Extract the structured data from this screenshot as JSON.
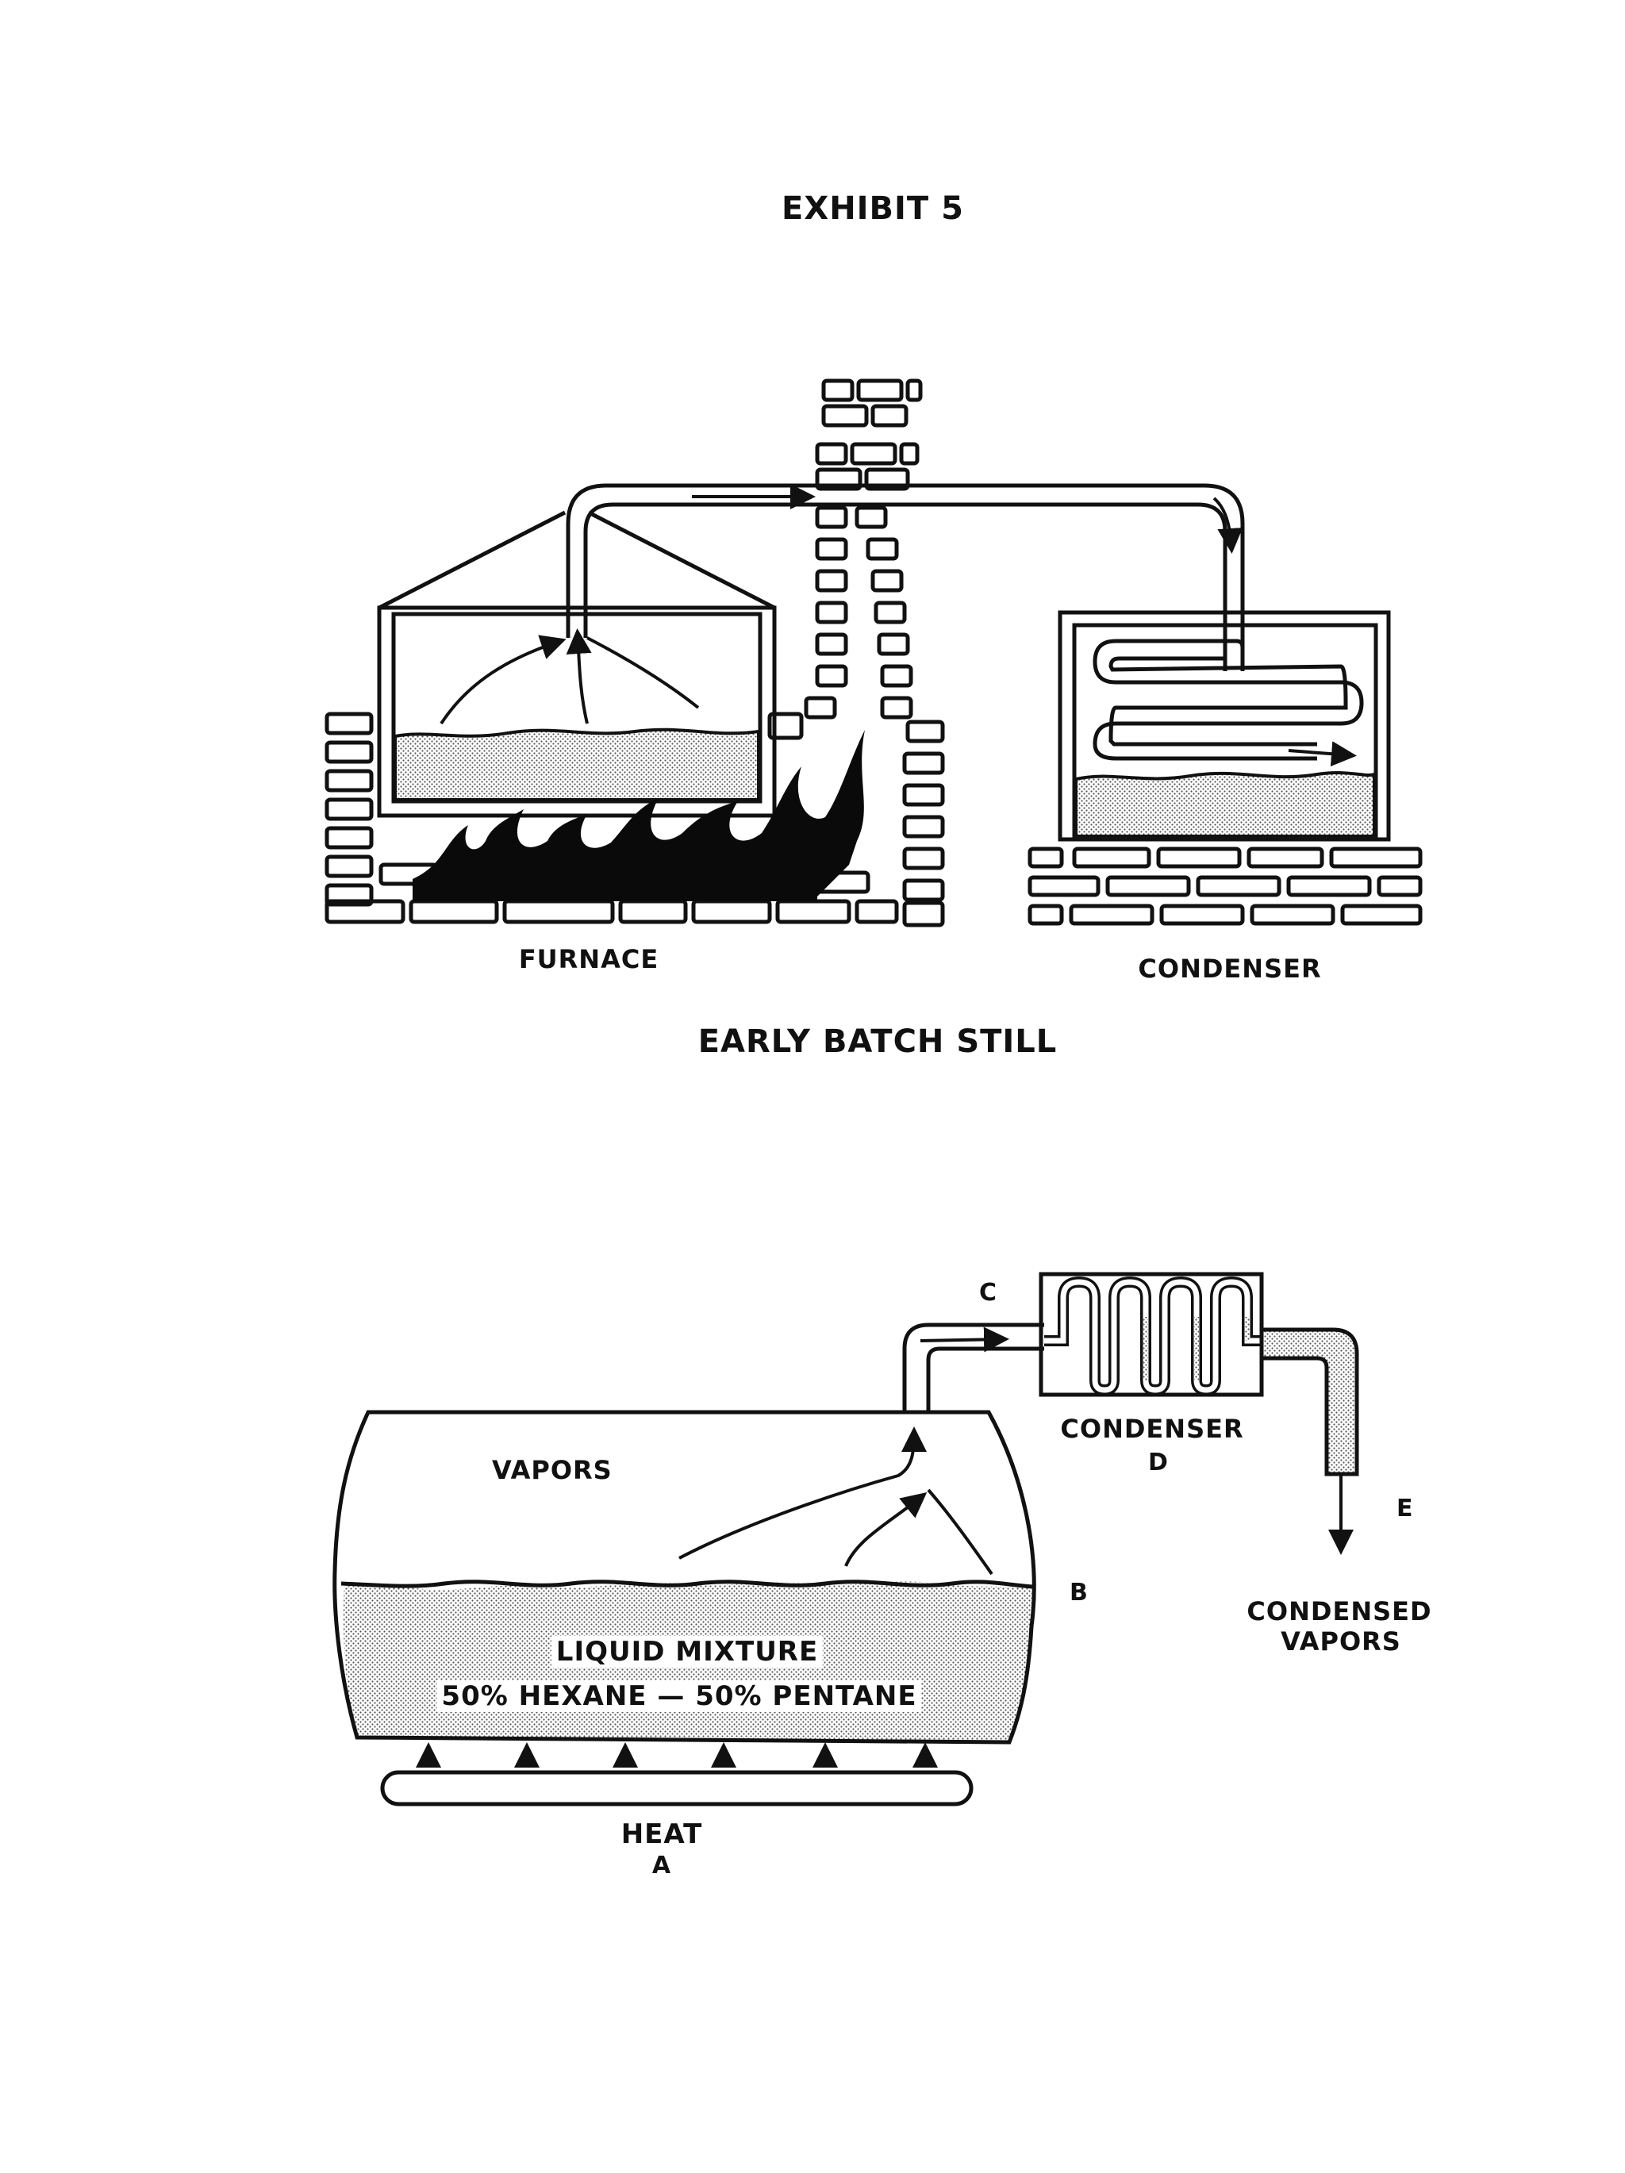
{
  "exhibit_title": "EXHIBIT 5",
  "top_diagram": {
    "caption": "EARLY BATCH STILL",
    "furnace_label": "FURNACE",
    "condenser_label": "CONDENSER"
  },
  "bottom_diagram": {
    "vapors_label": "VAPORS",
    "liquid_label_line1": "LIQUID MIXTURE",
    "liquid_label_line2": "50% HEXANE — 50% PENTANE",
    "heat_label": "HEAT",
    "point_a": "A",
    "point_b": "B",
    "point_c": "C",
    "condenser_label": "CONDENSER",
    "point_d": "D",
    "point_e": "E",
    "condensed_line1": "CONDENSED",
    "condensed_line2": "VAPORS"
  }
}
